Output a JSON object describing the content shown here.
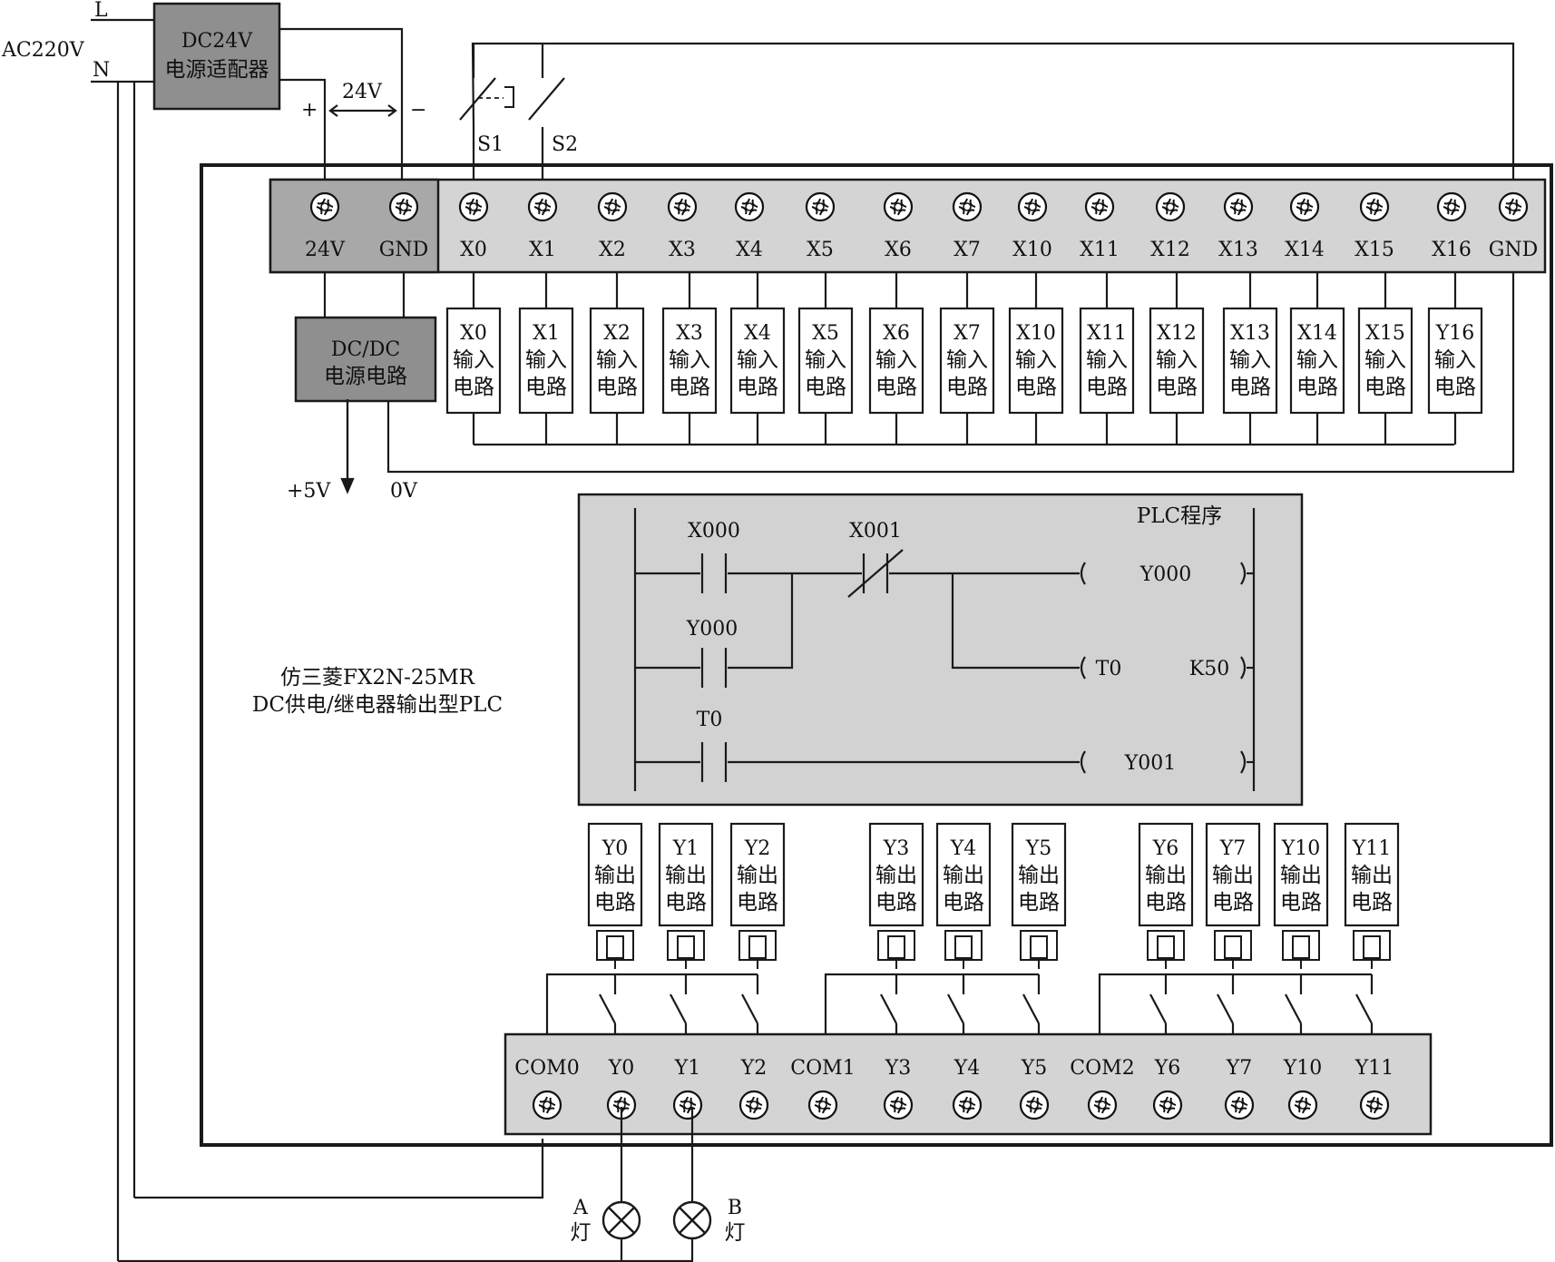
{
  "supply": {
    "ac_label": "AC220V",
    "line_label": "L",
    "neutral_label": "N",
    "adapter_line1": "DC24V",
    "adapter_line2": "电源适配器",
    "dc_voltage": "24V",
    "plus": "+",
    "minus": "−"
  },
  "switches": [
    "S1",
    "S2"
  ],
  "input_terminals": [
    "24V",
    "GND",
    "X0",
    "X1",
    "X2",
    "X3",
    "X4",
    "X5",
    "X6",
    "X7",
    "X10",
    "X11",
    "X12",
    "X13",
    "X14",
    "X15",
    "X16",
    "GND"
  ],
  "dcdc": {
    "line1": "DC/DC",
    "line2": "电源电路",
    "out_plus": "+5V",
    "out_zero": "0V"
  },
  "input_circuits": {
    "labels": [
      "X0",
      "X1",
      "X2",
      "X3",
      "X4",
      "X5",
      "X6",
      "X7",
      "X10",
      "X11",
      "X12",
      "X13",
      "X14",
      "X15",
      "Y16"
    ],
    "line2": "输入",
    "line3": "电路"
  },
  "plc_caption": {
    "line1": "仿三菱FX2N-25MR",
    "line2": "DC供电/继电器输出型PLC"
  },
  "ladder": {
    "title": "PLC程序",
    "contacts": {
      "x000": "X000",
      "x001": "X001",
      "y000": "Y000",
      "t0": "T0"
    },
    "coils": {
      "y000": "Y000",
      "t0": "T0",
      "k50": "K50",
      "y001": "Y001"
    }
  },
  "output_circuits": {
    "labels": [
      "Y0",
      "Y1",
      "Y2",
      "Y3",
      "Y4",
      "Y5",
      "Y6",
      "Y7",
      "Y10",
      "Y11"
    ],
    "line2": "输出",
    "line3": "电路"
  },
  "output_terminals": [
    "COM0",
    "Y0",
    "Y1",
    "Y2",
    "COM1",
    "Y3",
    "Y4",
    "Y5",
    "COM2",
    "Y6",
    "Y7",
    "Y10",
    "Y11"
  ],
  "lamps": [
    {
      "letter": "A",
      "word": "灯"
    },
    {
      "letter": "B",
      "word": "灯"
    }
  ],
  "colors": {
    "terminal_strip": "#bdbdbd",
    "module_dark": "#8f8f8f",
    "panel": "#d2d2d2",
    "line": "#1a1a1a"
  }
}
